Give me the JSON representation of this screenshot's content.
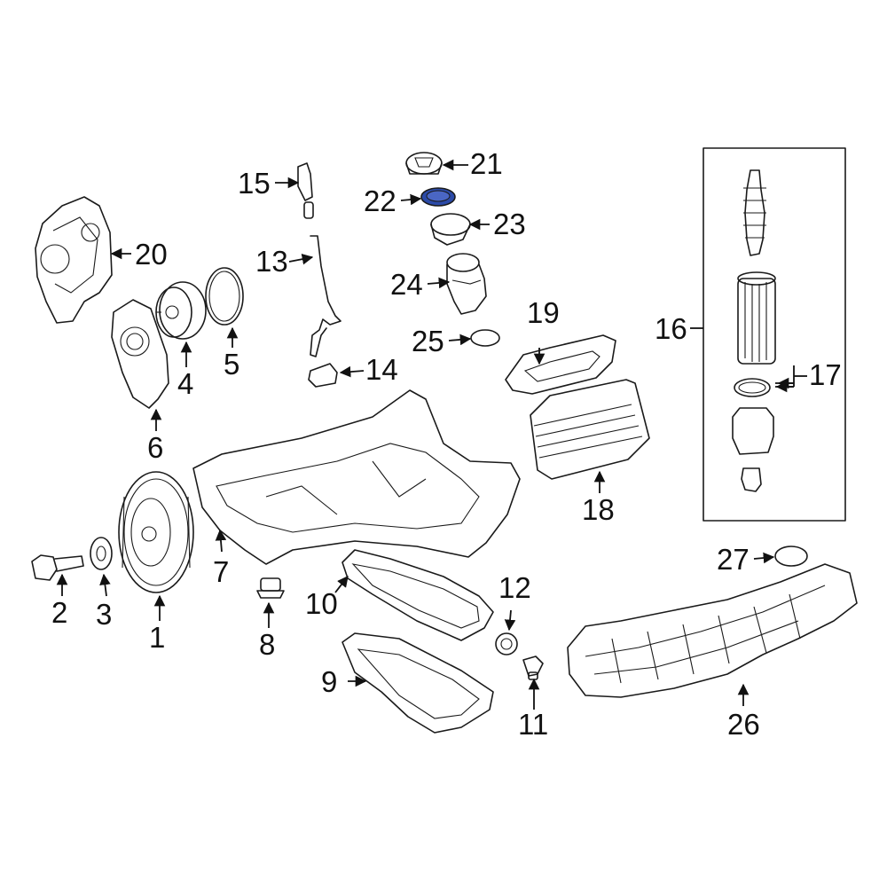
{
  "diagram": {
    "highlight_color": "#2b4aa8",
    "line_color": "#1a1a1a",
    "callouts": [
      "1",
      "2",
      "3",
      "4",
      "5",
      "6",
      "7",
      "8",
      "9",
      "10",
      "11",
      "12",
      "13",
      "14",
      "15",
      "16",
      "17",
      "18",
      "19",
      "20",
      "21",
      "22",
      "23",
      "24",
      "25",
      "26",
      "27"
    ],
    "highlighted_part": "22"
  }
}
